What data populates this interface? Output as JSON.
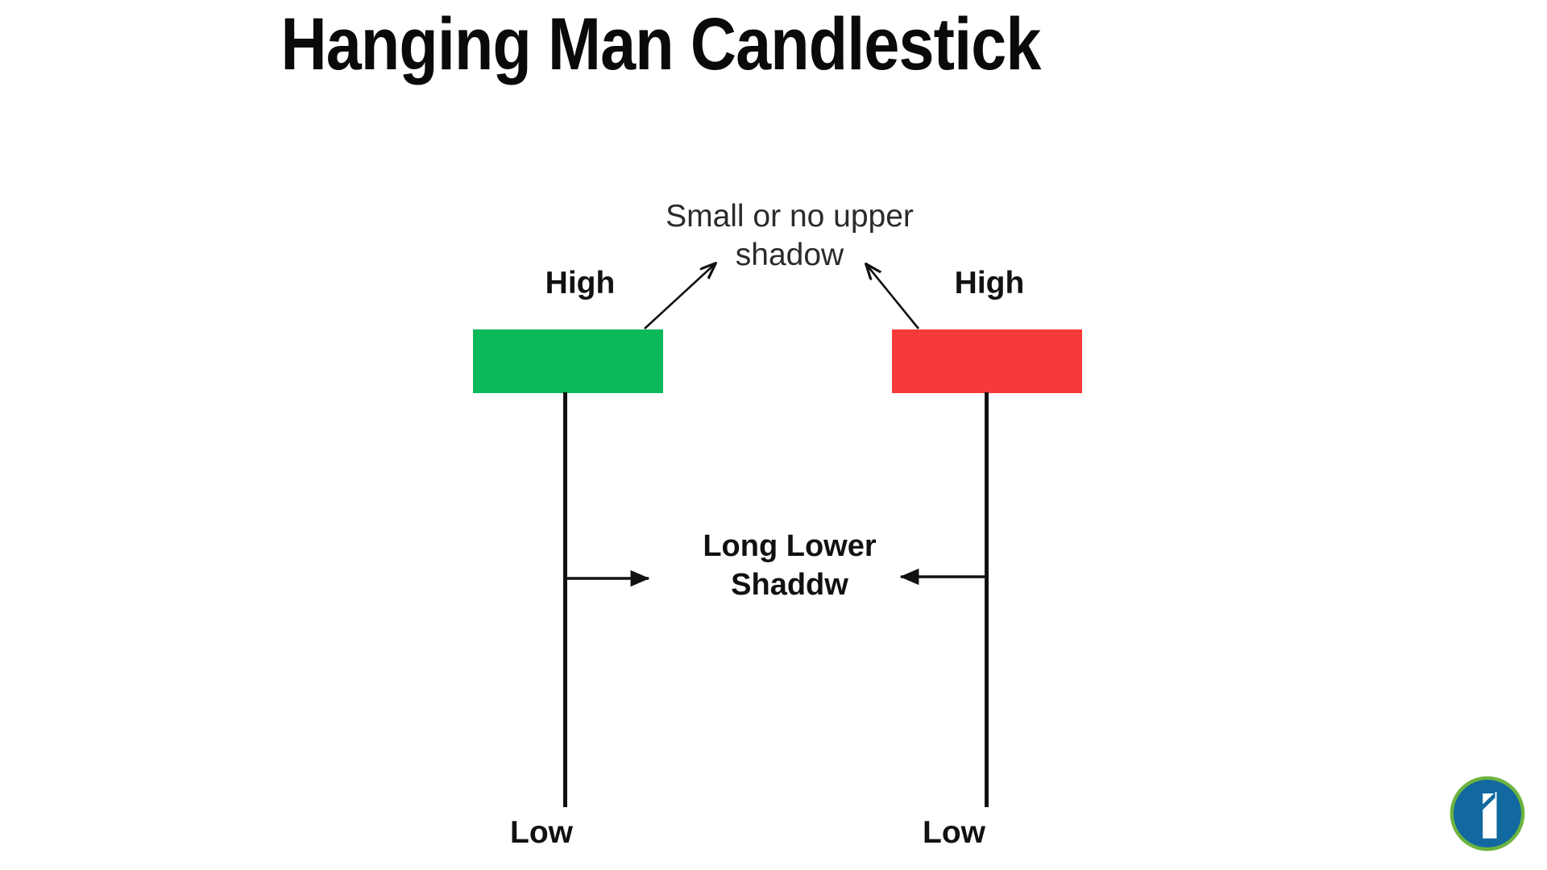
{
  "page": {
    "title": "Hanging Man Candlestick",
    "background_color": "#ffffff"
  },
  "chart_data": {
    "type": "diagram",
    "title": "Hanging Man Candlestick",
    "description": "Annotated candlestick pattern diagram showing two hanging man candles: a bullish (green) variant and a bearish (red) variant. Each has a small or no upper shadow and a long lower shadow.",
    "candles": [
      {
        "name": "bullish-hanging-man",
        "body_color": "#0bb85a",
        "wick_color": "#111111",
        "high_label": "High",
        "low_label": "Low",
        "upper_shadow": "small or none",
        "lower_shadow": "long"
      },
      {
        "name": "bearish-hanging-man",
        "body_color": "#f63a3a",
        "wick_color": "#111111",
        "high_label": "High",
        "low_label": "Low",
        "upper_shadow": "small or none",
        "lower_shadow": "long"
      }
    ],
    "annotations": [
      {
        "name": "upper-shadow-note",
        "line1": "Small or no upper",
        "line2": "shadow",
        "points_to": [
          "bullish-body-top",
          "bearish-body-top"
        ]
      },
      {
        "name": "lower-shadow-note",
        "line1": "Long Lower",
        "line2": "Shaddw",
        "points_to": [
          "bullish-wick",
          "bearish-wick"
        ]
      }
    ],
    "colors": {
      "bullish": "#0bb85a",
      "bearish": "#f63a3a",
      "ink": "#111111",
      "annotation_gray": "#2b2b2b",
      "logo_blue": "#12699f",
      "logo_green": "#6cb33f"
    }
  },
  "labels": {
    "high_left": "High",
    "high_right": "High",
    "low_left": "Low",
    "low_right": "Low"
  },
  "annotations": {
    "upper": {
      "line1": "Small or no upper",
      "line2": "shadow"
    },
    "lower": {
      "line1": "Long Lower",
      "line2": "Shaddw"
    }
  },
  "logo": {
    "name": "i-mark-logo",
    "circle_color": "#12699f",
    "ring_color": "#6cb33f",
    "glyph_color": "#ffffff"
  }
}
